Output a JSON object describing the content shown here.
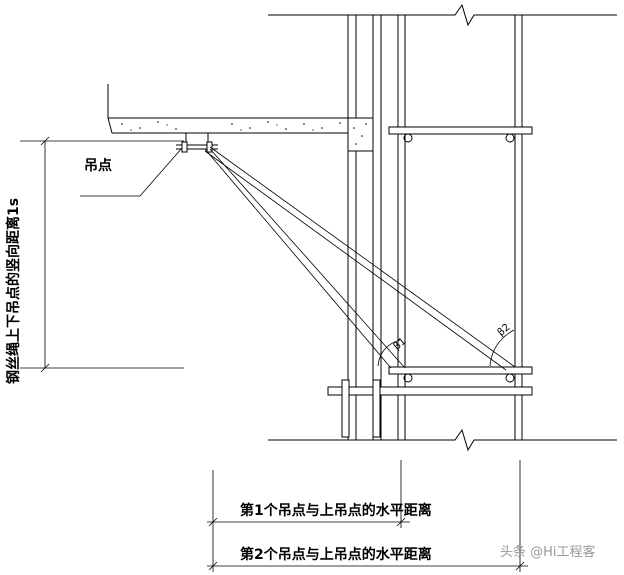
{
  "labels": {
    "hoist_point": "吊点",
    "vertical_distance": "钢丝绳上下吊点的竖向距离1s",
    "angle_beta1": "β1",
    "angle_beta2": "β2",
    "horizontal_distance_1": "第1个吊点与上吊点的水平距离",
    "horizontal_distance_2": "第2个吊点与上吊点的水平距离"
  },
  "watermark": "头条 @Hi工程客"
}
